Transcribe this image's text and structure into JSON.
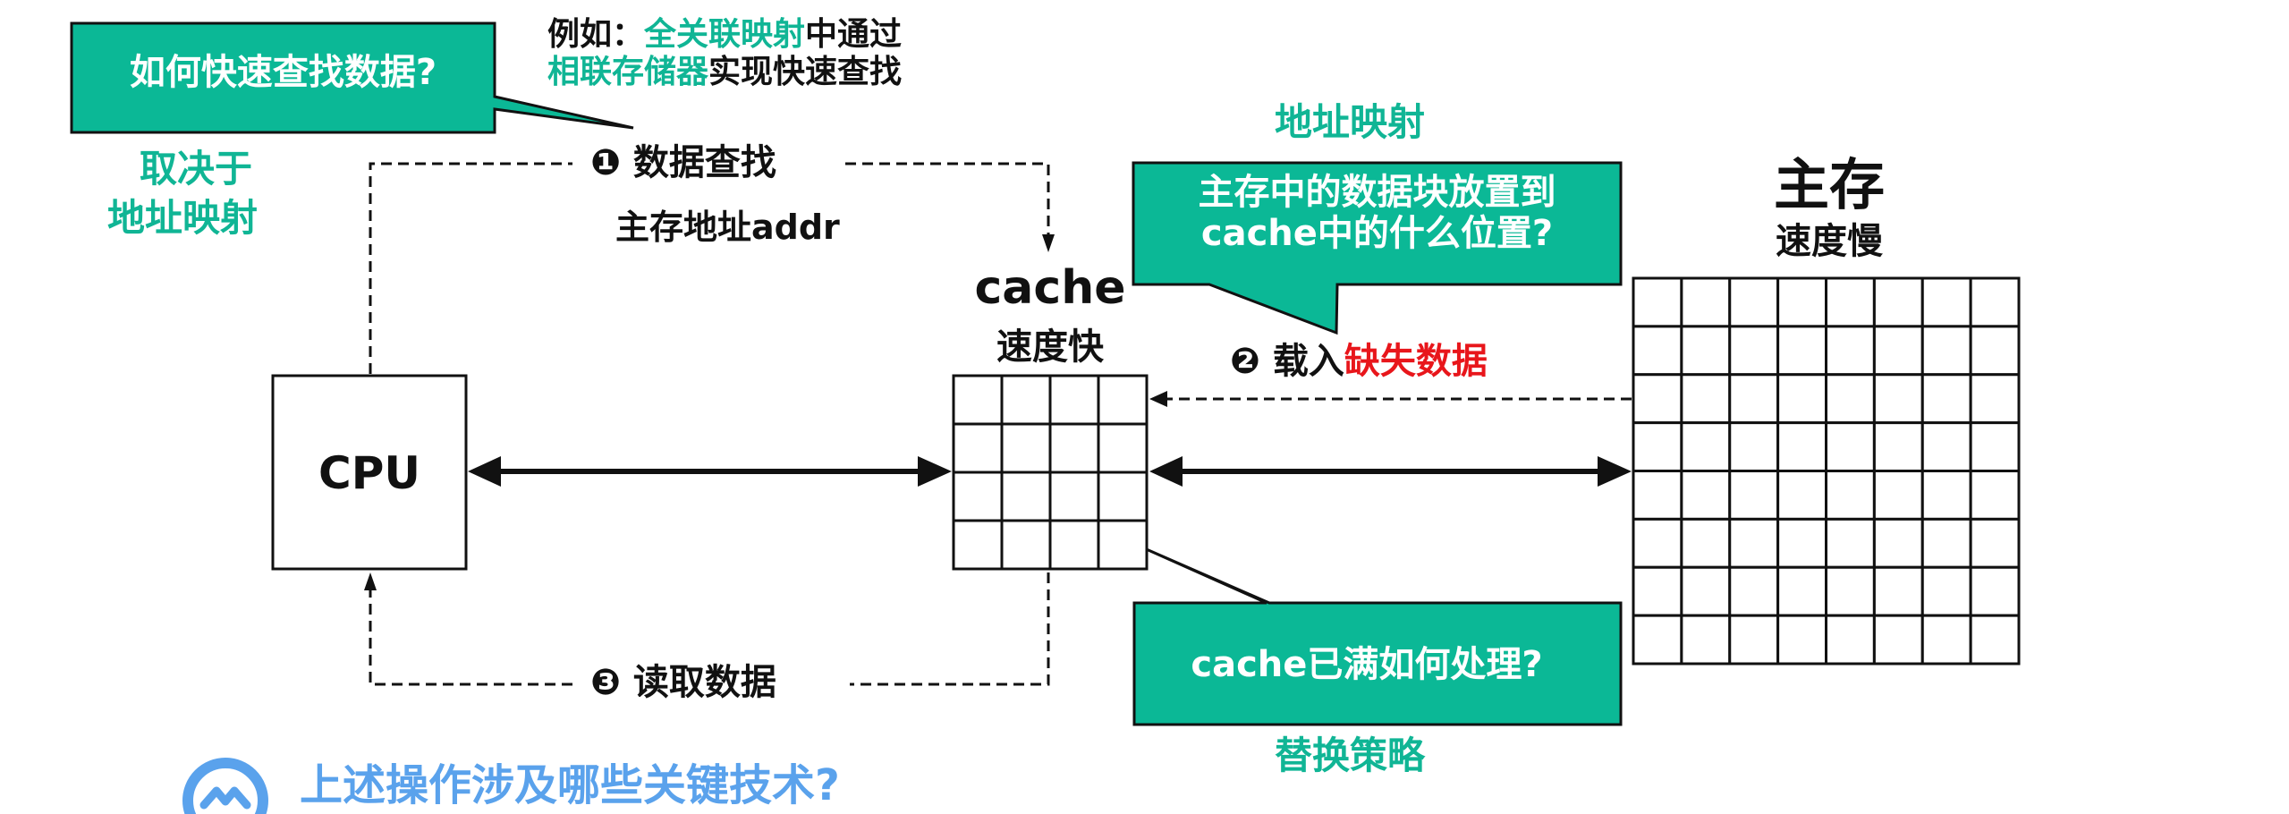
{
  "colors": {
    "accent_green": "#10b595",
    "callout_fill": "#0bb896",
    "highlight_red": "#e8161b",
    "question_blue": "#5aa2ec",
    "line": "#111111"
  },
  "callouts": {
    "fast_lookup": "如何快速查找数据?",
    "placement_line1": "主存中的数据块放置到",
    "placement_line2": "cache中的什么位置?",
    "cache_full": "cache已满如何处理?"
  },
  "example_note": {
    "prefix": "例如：",
    "fully_assoc": "全关联映射",
    "mid": "中通过",
    "assoc_memory": "相联存储器",
    "suffix": "实现快速查找"
  },
  "depends_on": {
    "line1": "取决于",
    "line2": "地址映射"
  },
  "technique_labels": {
    "address_mapping": "地址映射",
    "replacement_policy": "替换策略"
  },
  "steps": [
    {
      "number_icon": "❶",
      "label": "数据查找",
      "sublabel": "主存地址addr"
    },
    {
      "number_icon": "❷",
      "label_black": "载入",
      "label_red": "缺失数据"
    },
    {
      "number_icon": "❸",
      "label": "读取数据"
    }
  ],
  "components": {
    "cpu": {
      "label": "CPU"
    },
    "cache": {
      "title": "cache",
      "subtitle": "速度快",
      "rows": 4,
      "cols": 4
    },
    "main_memory": {
      "title": "主存",
      "subtitle": "速度慢",
      "rows": 8,
      "cols": 8
    }
  },
  "footer_question": {
    "icon": "wave-circle-icon",
    "text": "上述操作涉及哪些关键技术?"
  }
}
